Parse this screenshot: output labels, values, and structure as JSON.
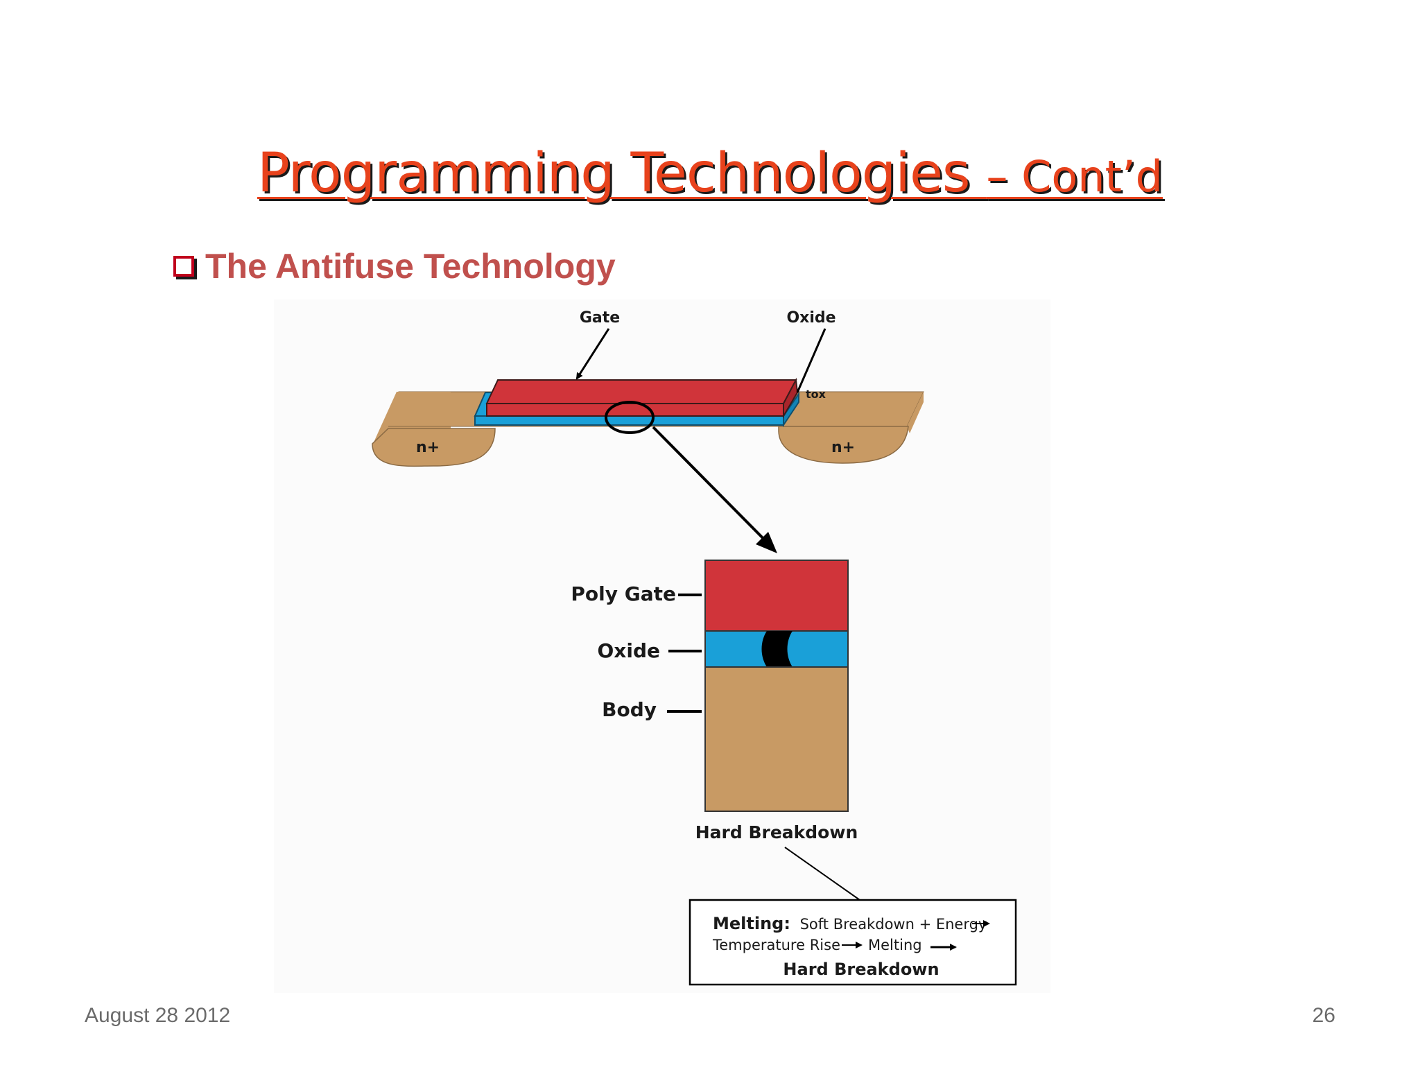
{
  "slide": {
    "title_main": "Programming Technologies ",
    "title_sub": "– Cont’d",
    "bullet": "The Antifuse Technology",
    "footer_date": "August 28 2012",
    "footer_page": "26"
  },
  "diagram": {
    "label_gate": "Gate",
    "label_oxide": "Oxide",
    "label_tox": "tox",
    "label_n_left": "n+",
    "label_n_right": "n+",
    "label_poly_gate": "Poly Gate",
    "label_oxide_layer": "Oxide",
    "label_body": "Body",
    "caption": "Hard Breakdown",
    "box_bold": "Melting:",
    "box_line1": "Soft Breakdown + Energy",
    "box_line2a": "Temperature Rise",
    "box_line2b": "Melting",
    "box_line3": "Hard Breakdown"
  },
  "colors": {
    "title": "#e8421c",
    "gate_red": "#d0343a",
    "oxide_blue": "#1aa0d8",
    "body_tan": "#c89a64"
  }
}
